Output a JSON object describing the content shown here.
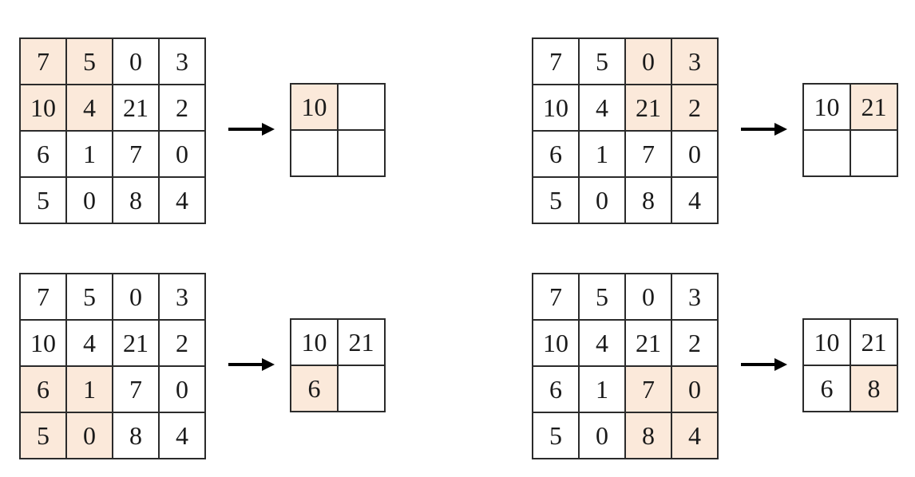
{
  "colors": {
    "highlight": "#fbe9da",
    "grid_line": "#2b2b2b",
    "text": "#1a1a1a"
  },
  "icons": {
    "arrow": "arrow-right-icon"
  },
  "input_matrix": [
    [
      "7",
      "5",
      "0",
      "3"
    ],
    [
      "10",
      "4",
      "21",
      "2"
    ],
    [
      "6",
      "1",
      "7",
      "0"
    ],
    [
      "5",
      "0",
      "8",
      "4"
    ]
  ],
  "panels": [
    {
      "highlight_rows": [
        0,
        1
      ],
      "highlight_cols": [
        0,
        1
      ],
      "output": [
        [
          "10",
          ""
        ],
        [
          "",
          ""
        ]
      ],
      "output_highlight": [
        0,
        0
      ]
    },
    {
      "highlight_rows": [
        0,
        1
      ],
      "highlight_cols": [
        2,
        3
      ],
      "output": [
        [
          "10",
          "21"
        ],
        [
          "",
          ""
        ]
      ],
      "output_highlight": [
        0,
        1
      ]
    },
    {
      "highlight_rows": [
        2,
        3
      ],
      "highlight_cols": [
        0,
        1
      ],
      "output": [
        [
          "10",
          "21"
        ],
        [
          "6",
          ""
        ]
      ],
      "output_highlight": [
        1,
        0
      ]
    },
    {
      "highlight_rows": [
        2,
        3
      ],
      "highlight_cols": [
        2,
        3
      ],
      "output": [
        [
          "10",
          "21"
        ],
        [
          "6",
          "8"
        ]
      ],
      "output_highlight": [
        1,
        1
      ]
    }
  ]
}
